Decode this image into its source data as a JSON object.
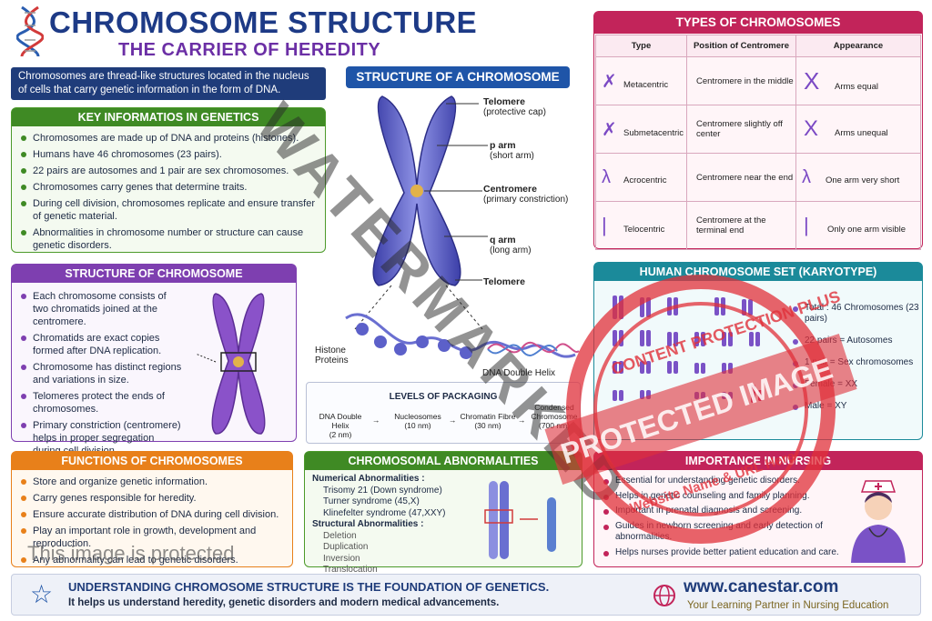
{
  "header": {
    "title": "CHROMOSOME STRUCTURE",
    "subtitle": "THE CARRIER OF HEREDITY"
  },
  "intro": "Chromosomes are thread-like structures located in the nucleus of cells that carry genetic information in the form of DNA.",
  "key_info": {
    "heading": "KEY INFORMATIOS IN GENETICS",
    "items": [
      "Chromosomes are made up of DNA and proteins (histones).",
      "Humans have 46 chromosomes (23 pairs).",
      "22 pairs are autosomes and 1 pair are sex chromosomes.",
      "Chromosomes carry genes that determine traits.",
      "During cell division, chromosomes replicate and ensure transfer of genetic material.",
      "Abnormalities in chromosome number or structure can cause genetic disorders."
    ]
  },
  "structure_panel": {
    "heading": "STRUCTURE OF CHROMOSOME",
    "items": [
      "Each chromosome consists of two chromatids joined at the centromere.",
      "Chromatids are exact copies formed after DNA replication.",
      "Chromosome has distinct regions and variations in size.",
      "Telomeres protect the ends of chromosomes.",
      "Primary constriction (centromere) helps in proper segregation during cell division."
    ]
  },
  "diagram": {
    "heading": "STRUCTURE OF A CHROMOSOME",
    "labels": {
      "telomere_top": "Telomere",
      "telomere_top_sub": "(protective cap)",
      "p_arm": "p arm",
      "p_arm_sub": "(short arm)",
      "centromere": "Centromere",
      "centromere_sub": "(primary constriction)",
      "q_arm": "q arm",
      "q_arm_sub": "(long arm)",
      "telomere_bottom": "Telomere",
      "histone": "Histone",
      "histone_sub": "Proteins",
      "dna_helix": "DNA Double Helix"
    },
    "packaging": {
      "heading": "LEVELS OF PACKAGING",
      "steps": [
        {
          "name": "DNA Double Helix",
          "size": "(2 nm)"
        },
        {
          "name": "Nucleosomes",
          "size": "(10 nm)"
        },
        {
          "name": "Chromatin Fibre",
          "size": "(30 nm)"
        },
        {
          "name": "Condensed Chromosome",
          "size": "(700 nm)"
        }
      ]
    }
  },
  "functions": {
    "heading": "FUNCTIONS OF CHROMOSOMES",
    "items": [
      "Store and organize genetic information.",
      "Carry genes responsible for heredity.",
      "Ensure accurate distribution of DNA during cell division.",
      "Play an important role in growth, development and reproduction.",
      "Any abnormality can lead to genetic disorders."
    ]
  },
  "abnormalities": {
    "heading": "CHROMOSOMAL ABNORMALITIES",
    "numerical_title": "Numerical Abnormalities :",
    "numerical": [
      "Trisomy 21 (Down syndrome)",
      "Turner syndrome (45,X)",
      "Klinefelter syndrome (47,XXY)"
    ],
    "structural_title": "Structural Abnormalities :",
    "structural": [
      "Deletion",
      "Duplication",
      "Inversion",
      "Translocation"
    ]
  },
  "types": {
    "heading": "TYPES OF CHROMOSOMES",
    "columns": [
      "Type",
      "Position of Centromere",
      "Appearance"
    ],
    "rows": [
      {
        "type": "Metacentric",
        "position": "Centromere in the middle",
        "appearance": "Arms equal"
      },
      {
        "type": "Submetacentric",
        "position": "Centromere slightly off center",
        "appearance": "Arms unequal"
      },
      {
        "type": "Acrocentric",
        "position": "Centromere near the end",
        "appearance": "One arm very short"
      },
      {
        "type": "Telocentric",
        "position": "Centromere at the terminal end",
        "appearance": "Only one arm visible"
      }
    ]
  },
  "karyotype": {
    "heading": "HUMAN CHROMOSOME SET (KARYOTYPE)",
    "facts": [
      "Total : 46 Chromosomes (23 pairs)",
      "22 pairs = Autosomes",
      "1 pair = Sex chromosomes",
      "Female = XX",
      "Male = XY"
    ]
  },
  "nursing": {
    "heading": "IMPORTANCE IN NURSING",
    "items": [
      "Essential for understanding genetic disorders.",
      "Helps in genetic counseling and family planning.",
      "Important in prenatal diagnosis and screening.",
      "Guides in newborn screening and early detection of abnormalities.",
      "Helps nurses provide better patient education and care."
    ]
  },
  "footer": {
    "line1": "UNDERSTANDING CHROMOSOME STRUCTURE IS THE FOUNDATION OF GENETICS.",
    "line2": "It helps us understand heredity, genetic disorders and modern medical advancements.",
    "brand": "www.canestar.com",
    "tagline": "Your Learning Partner in Nursing Education"
  },
  "overlays": {
    "watermark": "WATERMARKED",
    "protected": "This image is protected",
    "stamp_top": "CONTENT PROTECTION PLUS",
    "stamp_middle": "PROTECTED IMAGE",
    "stamp_bottom": "Website Name & URL Here"
  },
  "colors": {
    "navy": "#1d3a86",
    "purple": "#6b2fa5",
    "green": "#3f8a24",
    "orange": "#e8801a",
    "pink": "#c2245a",
    "teal": "#1b8a9a",
    "stamp": "#e0303a"
  }
}
